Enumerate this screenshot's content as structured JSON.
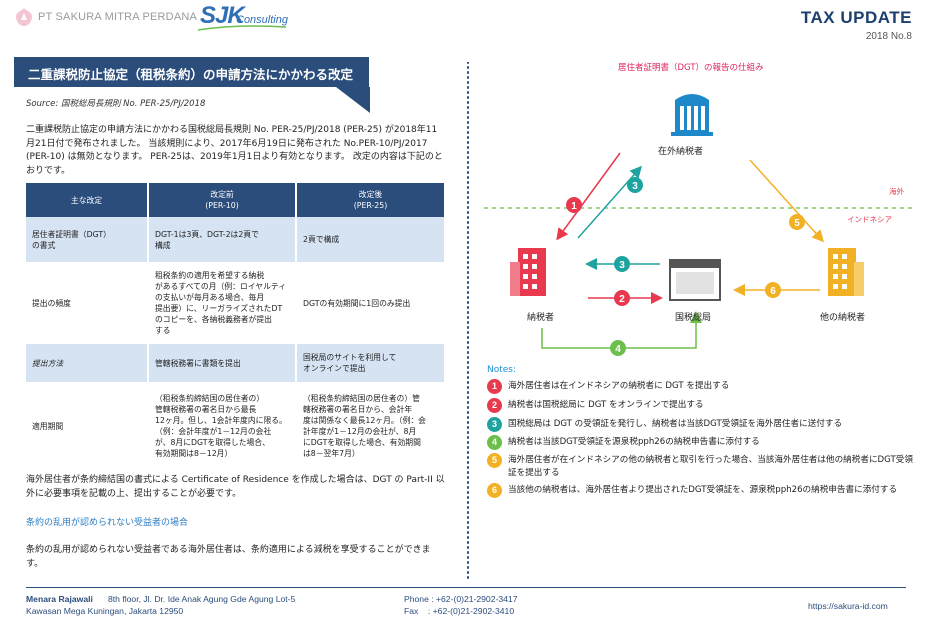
{
  "header": {
    "company": "PT SAKURA MITRA PERDANA",
    "brand": "SJK",
    "brand_sub": "Consulting",
    "newsletter": "TAX UPDATE",
    "issue": "2018 No.8"
  },
  "article": {
    "title": "二重課税防止協定（租税条約）の申請方法にかかわる改定",
    "source": "Source: 国税総局長規則 No. PER-25/PJ/2018",
    "intro": "二重課税防止協定の申請方法にかかわる国税総局長規則 No. PER-25/PJ/2018 (PER-25) が2018年11月21日付で発布されました。 当該規則により、2017年6月19日に発布された No.PER-10/PJ/2017 (PER-10) は無効となります。 PER-25は、2019年1月1日より有効となります。 改定の内容は下記のとおりです。",
    "paragraph2": "海外居住者が条約締結国の書式による Certificate of Residence を作成した場合は、DGT の Part-II 以外に必要事項を記載の上、提出することが必要です。",
    "subheading": "条約の乱用が認められない受益者の場合",
    "paragraph3": "条約の乱用が認められない受益者である海外居住者は、条約適用による減税を享受することができます。"
  },
  "table": {
    "headers": [
      "主な改定",
      "改定前\n(PER-10)",
      "改定後\n(PER-25)"
    ],
    "rows": [
      [
        "居住者証明書（DGT）\nの書式",
        "DGT-1は3頁、DGT-2は2頁で\n構成",
        "2頁で構成"
      ],
      [
        "提出の頻度",
        "租税条約の適用を希望する納税\nがあるすべての月（例：ロイヤルティ\nの支払いが毎月ある場合、毎月\n提出要）に、リーガライズされたDT\nのコピーを、各納税義務者が提出\nする",
        "DGTの有効期間に1回のみ提出"
      ],
      [
        "提出方法",
        "管轄税務署に書類を提出",
        "国税局のサイトを利用して\nオンラインで提出"
      ],
      [
        "適用期間",
        "（租税条約締結国の居住者の）\n管轄税務署の署名日から最長\n12ヶ月。但し、1会計年度内に限る。\n（例：会計年度が1－12月の会社\nが、8月にDGTを取得した場合、\n有効期間は8－12月）",
        "（租税条約締結国の居住者の）管\n轄税務署の署名日から、会計年\n度は関係なく最長12ヶ月。（例：会\n計年度が1－12月の会社が、8月\nにDGTを取得した場合、有効期間\nは8－翌年7月）"
      ]
    ]
  },
  "diagram": {
    "title": "居住者証明書（DGT）の報告の仕組み",
    "nodes": {
      "foreign": "在外納税者",
      "taxpayer": "納税者",
      "dgt": "国税総局",
      "other": "他の納税者"
    },
    "border_labels": {
      "outside": "海外",
      "inside": "インドネシア"
    },
    "step_numbers": [
      "1",
      "2",
      "3",
      "4",
      "5",
      "6"
    ]
  },
  "notes": {
    "heading": "Notes:",
    "items": [
      {
        "num": "1",
        "color": "#e8394e",
        "text": "海外居住者は在インドネシアの納税者に DGT を提出する"
      },
      {
        "num": "2",
        "color": "#e8394e",
        "text": "納税者は国税総局に DGT をオンラインで提出する"
      },
      {
        "num": "3",
        "color": "#1fa3a0",
        "text": "国税総局は DGT の受領証を発行し、納税者は当該DGT受領証を海外居住者に送付する"
      },
      {
        "num": "4",
        "color": "#6cbf4b",
        "text": "納税者は当該DGT受領証を源泉税pph26の納税申告書に添付する"
      },
      {
        "num": "5",
        "color": "#f2b124",
        "text": "海外居住者が在インドネシアの他の納税者と取引を行った場合、当該海外居住者は他の納税者にDGT受領証を提出する"
      },
      {
        "num": "6",
        "color": "#f2b124",
        "text": "当該他の納税者は、海外居住者より提出されたDGT受領証を、源泉税pph26の納税申告書に添付する"
      }
    ]
  },
  "footer": {
    "address1_name": "Menara Rajawali",
    "address1": "8th floor, Jl. Dr. Ide Anak Agung Gde Agung Lot-5",
    "address2": "Kawasan Mega Kuningan, Jakarta 12950",
    "phone": "Phone : +62-(0)21-2902-3417",
    "fax": "Fax    : +62-(0)21-2902-3410",
    "url": "https://sakura-id.com"
  },
  "colors": {
    "navy": "#2b4d7c",
    "pink": "#e8394e",
    "teal": "#1fa3a0",
    "green": "#6cbf4b",
    "orange": "#f2b124"
  }
}
